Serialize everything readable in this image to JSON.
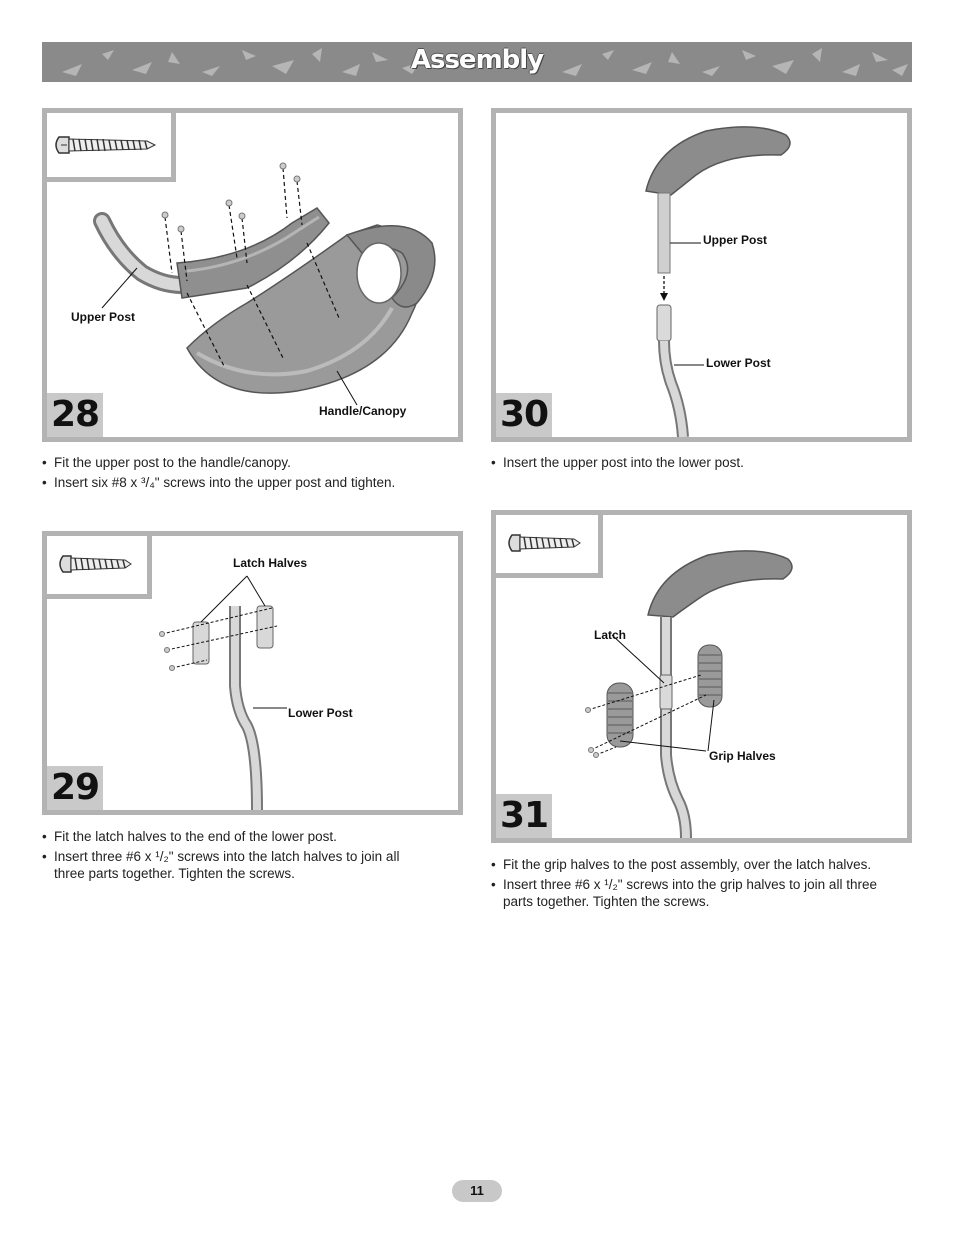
{
  "header": {
    "title": "Assembly"
  },
  "steps": {
    "s28": {
      "number": "28",
      "labels": {
        "upper_post": "Upper Post",
        "handle": "Handle/Canopy"
      },
      "instructions": [
        {
          "bullet": "•",
          "text": "Fit the upper post to the handle/canopy."
        },
        {
          "bullet": "•",
          "text": "Insert six #8 x ³/₄\" screws into the upper post and tighten."
        }
      ]
    },
    "s29": {
      "number": "29",
      "labels": {
        "latch_halves": "Latch Halves",
        "lower_post": "Lower Post"
      },
      "instructions": [
        {
          "bullet": "•",
          "text": "Fit the latch halves to the end of the lower post."
        },
        {
          "bullet": "•",
          "text": "Insert three #6 x ¹/₂\" screws into the latch halves to join all three parts together. Tighten the screws."
        }
      ]
    },
    "s30": {
      "number": "30",
      "labels": {
        "upper_post": "Upper Post",
        "lower_post": "Lower Post"
      },
      "instructions": [
        {
          "bullet": "•",
          "text": "Insert the upper post into the lower post."
        }
      ]
    },
    "s31": {
      "number": "31",
      "labels": {
        "latch": "Latch",
        "grip_halves": "Grip Halves"
      },
      "instructions": [
        {
          "bullet": "•",
          "text": "Fit the grip halves to the post assembly, over the latch halves."
        },
        {
          "bullet": "•",
          "text": "Insert three #6 x ¹/₂\" screws into the grip halves to join all three parts together. Tighten the screws."
        }
      ]
    }
  },
  "footer": {
    "page_number": "11"
  },
  "icons": {
    "screw": "screw-icon"
  },
  "colors": {
    "banner": "#8a8a8a",
    "panel_border": "#b3b3b3",
    "step_number_bg": "#c9c9c9"
  }
}
